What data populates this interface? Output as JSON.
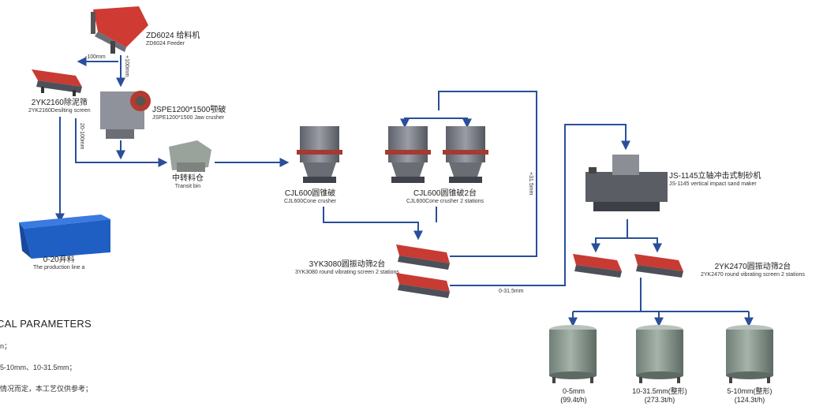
{
  "equipment": {
    "feeder": {
      "cn": "ZD6024 给料机",
      "en": "ZD6024 Feeder"
    },
    "desilting_screen": {
      "cn": "2YK2160除泥筛",
      "en": "2YK2160Desilting screen"
    },
    "jaw_crusher": {
      "cn": "JSPE1200*1500颚破",
      "en": "JSPE1200*1500 Jaw crusher"
    },
    "transit_bin": {
      "cn": "中转料仓",
      "en": "Transit bin"
    },
    "waste": {
      "cn": "0-20弃料",
      "en": "The production line a"
    },
    "cone_crusher": {
      "cn": "CJL600圆锥破",
      "en": "CJL600Cone crusher"
    },
    "cone_crusher_2": {
      "cn": "CJL600圆锥破2台",
      "en": "CJL600Cone crusher 2 stations"
    },
    "vibrating_screen_3yk": {
      "cn": "3YK3080圆振动筛2台",
      "en": "3YK3080 round vibrating screen 2 stations"
    },
    "sand_maker": {
      "cn": "JS-1145立轴冲击式制砂机",
      "en": "JS-1145 vertical impact sand maker"
    },
    "vibrating_screen_2yk": {
      "cn": "2YK2470圆振动筛2台",
      "en": "2YK2470 round vibrating screen 2 stations"
    }
  },
  "flows": {
    "minus100": "-100mm",
    "plus100": "+100mm",
    "range20_100": "20-100mm",
    "plus31_5": "+31.5mm",
    "range0_31_5": "0-31.5mm"
  },
  "products": [
    {
      "name": "0-5mm",
      "rate": "(99.4t/h)"
    },
    {
      "name": "10-31.5mm(整形)",
      "rate": "(273.3t/h)"
    },
    {
      "name": "5-10mm(整形)",
      "rate": "(124.3t/h)"
    }
  ],
  "parameters": {
    "title": "CAL PARAMETERS",
    "lines": [
      "n；",
      "5-10mm、10-31.5mm；",
      "情况而定，本工艺仅供参考；"
    ]
  },
  "colors": {
    "flow_line": "#2a4f9a",
    "machine_red": "#c0392b",
    "machine_grey": "#7d8088",
    "bin_blue": "#1f5fc4",
    "silo": "#8a9890"
  }
}
